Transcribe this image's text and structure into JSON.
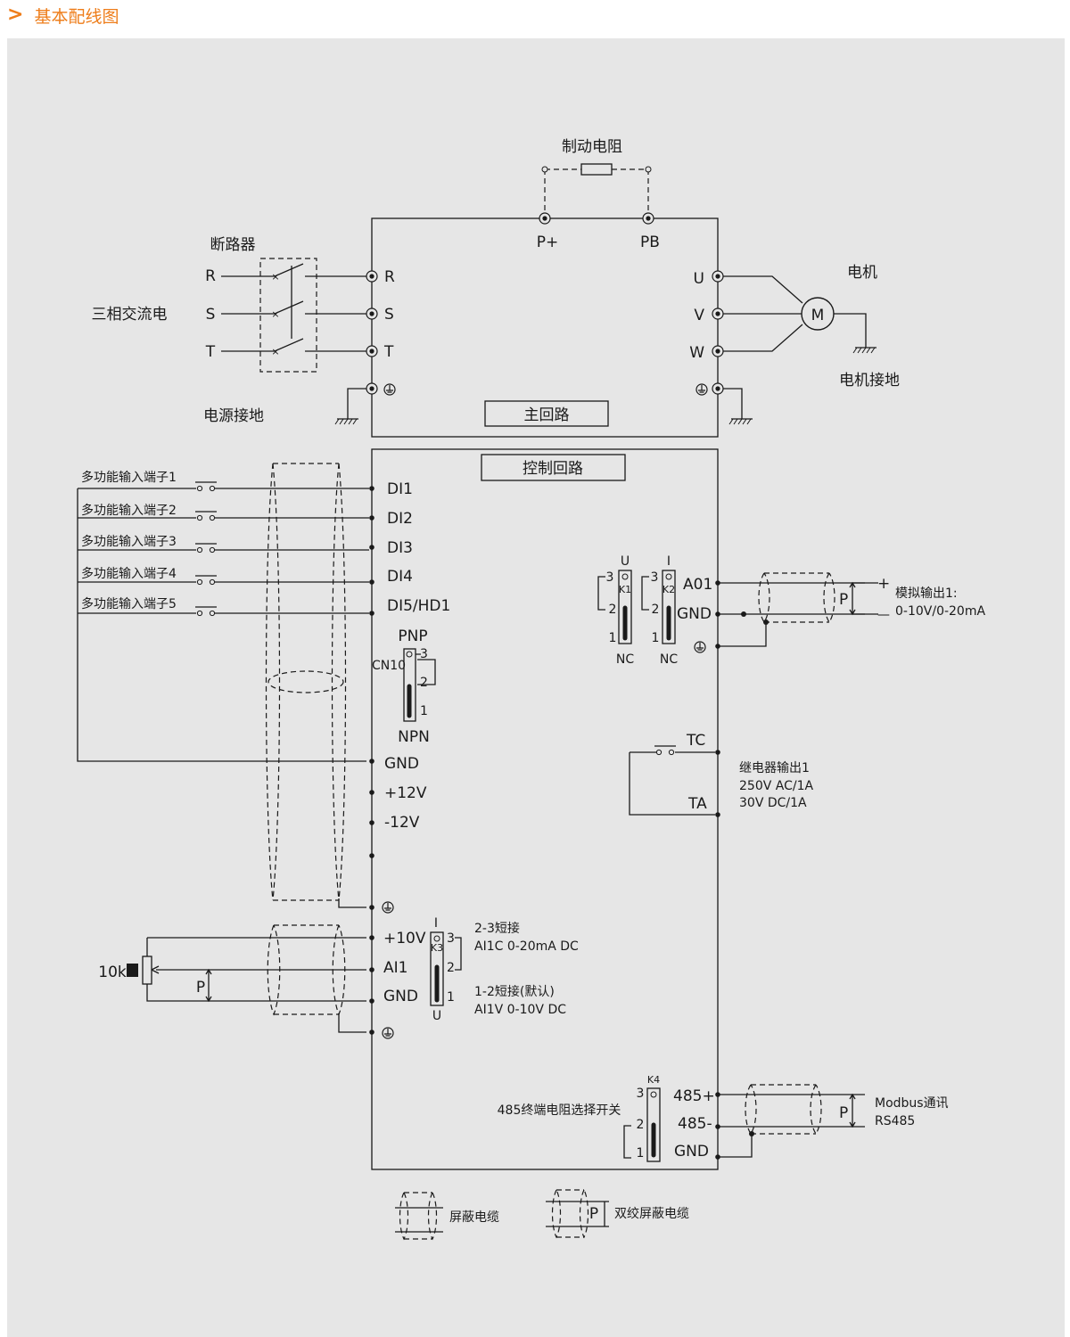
{
  "header": {
    "title": "基本配线图"
  },
  "labels": {
    "brake_resistor": "制动电阻",
    "p_plus": "P+",
    "pb": "PB",
    "breaker": "断路器",
    "three_phase": "三相交流电",
    "phase_r": "R",
    "phase_s": "S",
    "phase_t": "T",
    "power_ground": "电源接地",
    "motor": "电机",
    "motor_symbol": "M",
    "motor_ground": "电机接地",
    "out_u": "U",
    "out_v": "V",
    "out_w": "W",
    "main_circuit": "主回路",
    "control_circuit": "控制回路",
    "di_inputs": [
      "多功能输入端子1",
      "多功能输入端子2",
      "多功能输入端子3",
      "多功能输入端子4",
      "多功能输入端子5"
    ],
    "di_terminals": [
      "DI1",
      "DI2",
      "DI3",
      "DI4",
      "DI5/HD1"
    ],
    "pnp": "PNP",
    "npn": "NPN",
    "cn10": "CN10",
    "gnd": "GND",
    "p12v": "+12V",
    "m12v": "-12V",
    "p10v": "+10V",
    "ai1": "AI1",
    "pot": "10k",
    "p": "P",
    "k1": "K1",
    "k2": "K2",
    "k3": "K3",
    "k4": "K4",
    "u_label": "U",
    "i_label": "I",
    "nc": "NC",
    "pin1": "1",
    "pin2": "2",
    "pin3": "3",
    "ao1": "A01",
    "analog_out_title": "模拟输出1:",
    "analog_out_range": "0-10V/0-20mA",
    "plus": "+",
    "minus": "—",
    "tc": "TC",
    "ta": "TA",
    "relay_title": "继电器输出1",
    "relay_ac": "250V  AC/1A",
    "relay_dc": "30V  DC/1A",
    "k3_23_title": "2-3短接",
    "k3_23_desc": "AI1C 0-20mA DC",
    "k3_12_title": "1-2短接(默认)",
    "k3_12_desc": "AI1V 0-10V DC",
    "rs485_switch": "485终端电阻选择开关",
    "t485p": "485+",
    "t485m": "485-",
    "modbus": "Modbus通讯",
    "rs485": "RS485",
    "legend_shield": "屏蔽电缆",
    "legend_twisted": "双绞屏蔽电缆"
  },
  "colors": {
    "accent": "#ee7d1a",
    "panel": "#e6e6e6",
    "line": "#1a1a1a"
  }
}
